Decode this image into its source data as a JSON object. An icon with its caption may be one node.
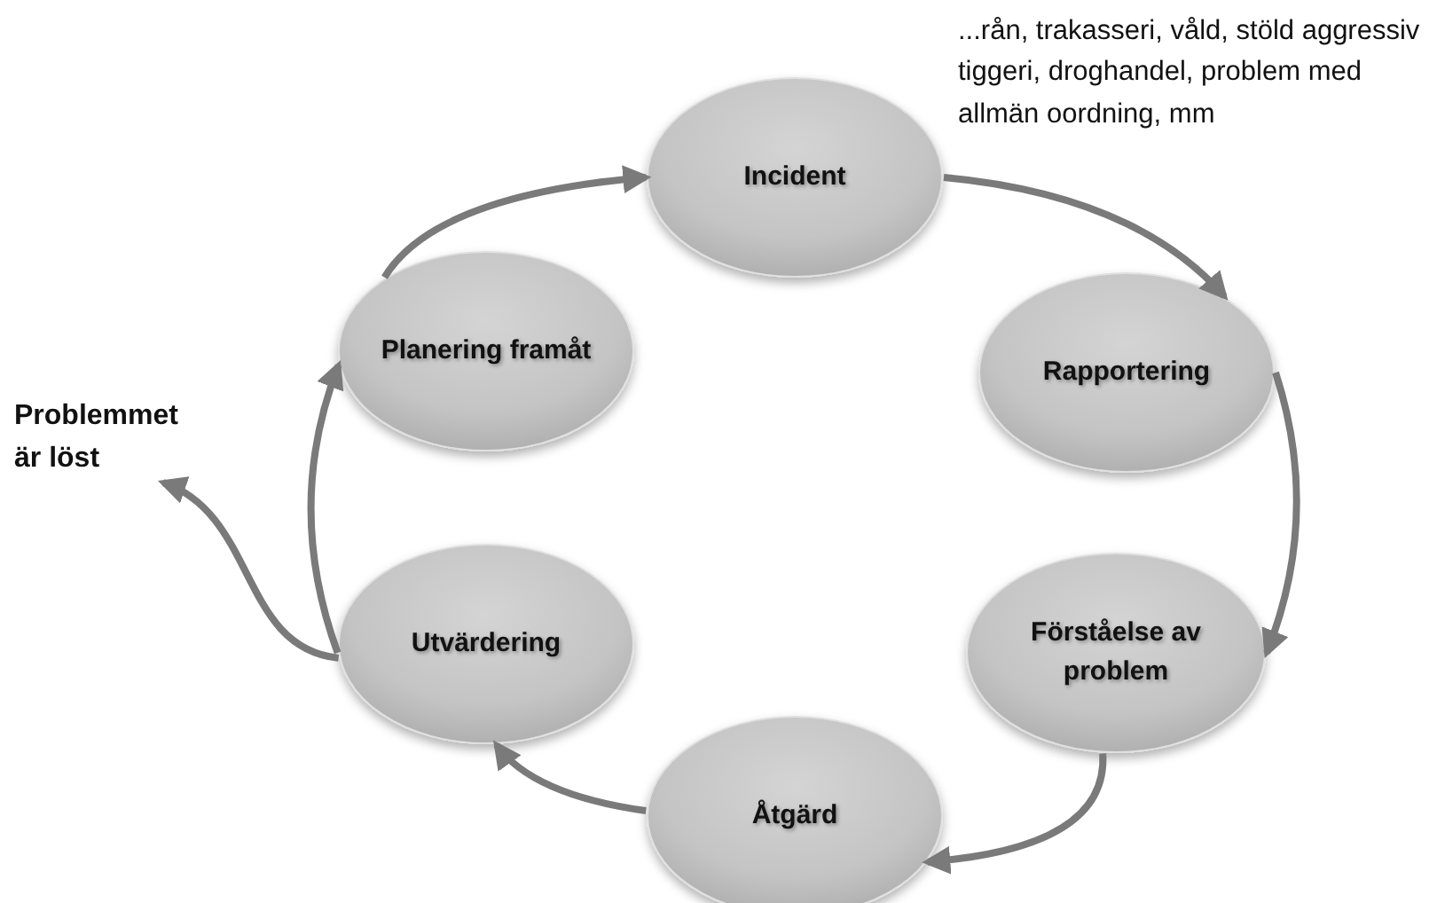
{
  "diagram": {
    "nodes": [
      {
        "text": [
          "Incident"
        ],
        "beside": [
          "...rån, trakasseri, våld, stöld aggressiv tiggeri, droghandel, problem med allmän oordning, mm"
        ]
      },
      {
        "text": [
          "Rapportering"
        ]
      },
      {
        "text": [
          "Förståelse av problem"
        ]
      },
      {
        "text": [
          "Åtgärd"
        ]
      },
      {
        "text": [
          "Utvärdering"
        ]
      },
      {
        "text": [
          "Planering framåt"
        ]
      },
      {
        "text": [
          "Problemmet är löst"
        ]
      }
    ],
    "edges": [
      {
        "from": 5,
        "to": 0,
        "arrow": "to"
      },
      {
        "from": 0,
        "to": 1,
        "arrow": "to"
      },
      {
        "from": 1,
        "to": 2,
        "arrow": "to"
      },
      {
        "from": 2,
        "to": 3,
        "arrow": "to"
      },
      {
        "from": 3,
        "to": 4,
        "arrow": "to"
      },
      {
        "from": 4,
        "to": 5,
        "arrow": "to"
      },
      {
        "from": 4,
        "to": 6,
        "arrow": "to"
      }
    ]
  }
}
